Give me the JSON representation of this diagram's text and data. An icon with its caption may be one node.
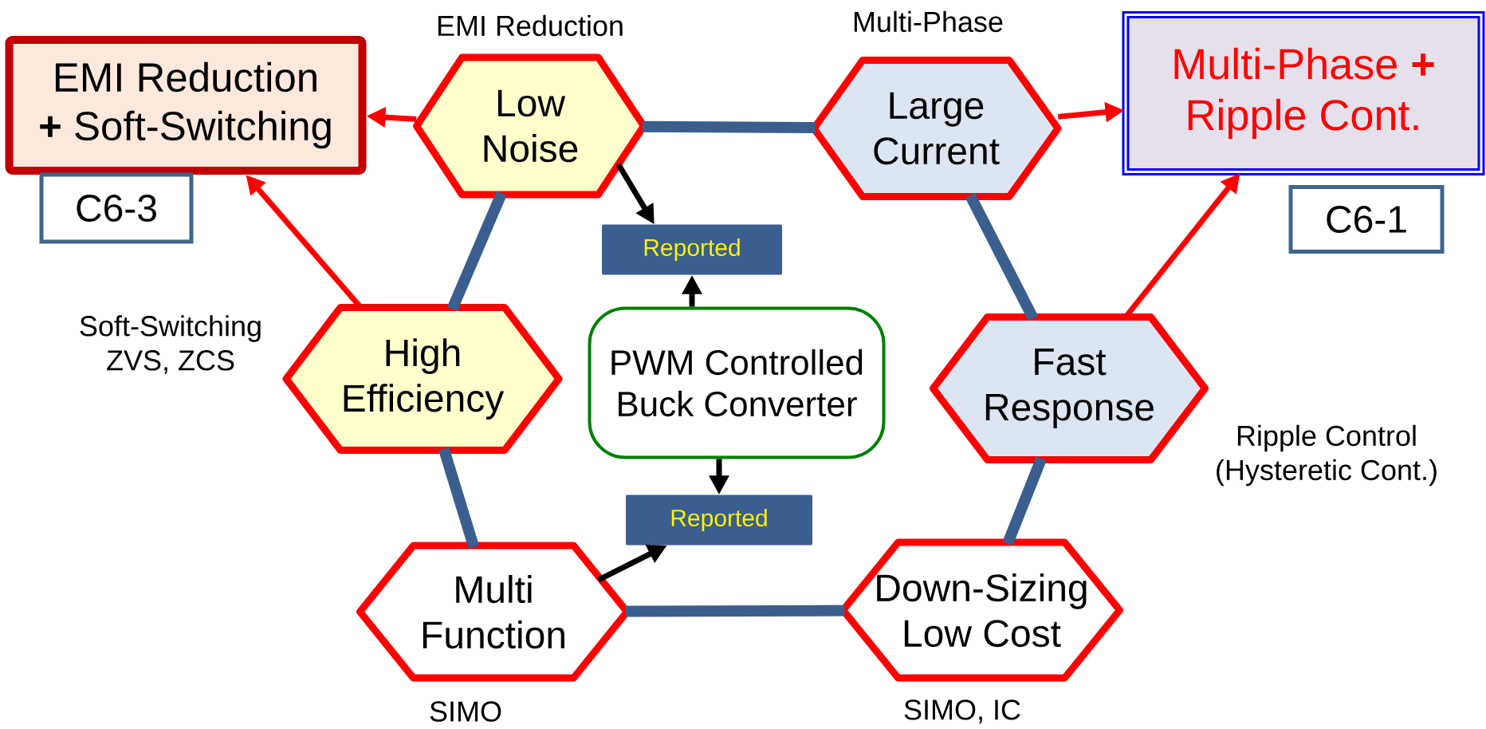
{
  "diagram": {
    "nodes": [
      {
        "text": [
          "EMI Reduction **+** Soft-Switching"
        ]
      },
      {
        "text": [
          "Low Noise"
        ],
        "beside": [
          "EMI Reduction"
        ]
      },
      {
        "text": [
          "Large Current"
        ],
        "beside": [
          "Multi-Phase"
        ]
      },
      {
        "text": [
          "Multi-Phase **+** Ripple Cont."
        ]
      },
      {
        "text": [
          "C6-3"
        ]
      },
      {
        "text": [
          "C6-1"
        ]
      },
      {
        "text": [
          "Reported"
        ]
      },
      {
        "text": [
          "High Efficiency"
        ],
        "beside": [
          "Soft-Switching ZVS, ZCS"
        ]
      },
      {
        "text": [
          "PWM Controlled Buck Converter"
        ]
      },
      {
        "text": [
          "Fast Response"
        ],
        "beside": [
          "Ripple Control (Hysteretic Cont.)"
        ]
      },
      {
        "text": [
          "Reported"
        ]
      },
      {
        "text": [
          "Multi Function"
        ],
        "beside": [
          "SIMO"
        ]
      },
      {
        "text": [
          "Down-Sizing Low Cost"
        ],
        "beside": [
          "SIMO, IC"
        ]
      }
    ],
    "edges": [
      {
        "from": 1,
        "to": 0,
        "arrow": "to",
        "color": "#ff0000"
      },
      {
        "from": 7,
        "to": 0,
        "arrow": "to",
        "color": "#ff0000"
      },
      {
        "from": 2,
        "to": 3,
        "arrow": "to",
        "color": "#ff0000"
      },
      {
        "from": 9,
        "to": 3,
        "arrow": "to",
        "color": "#ff0000"
      },
      {
        "from": 1,
        "to": 6,
        "arrow": "to",
        "color": "#000000"
      },
      {
        "from": 8,
        "to": 6,
        "arrow": "to",
        "color": "#000000"
      },
      {
        "from": 8,
        "to": 10,
        "arrow": "to",
        "color": "#000000"
      },
      {
        "from": 11,
        "to": 10,
        "arrow": "to",
        "color": "#000000"
      },
      {
        "from": 1,
        "to": 2,
        "arrow": "none",
        "style": "thick"
      },
      {
        "from": 2,
        "to": 9,
        "arrow": "none",
        "style": "thick"
      },
      {
        "from": 9,
        "to": 12,
        "arrow": "none",
        "style": "thick"
      },
      {
        "from": 12,
        "to": 11,
        "arrow": "none",
        "style": "thick"
      },
      {
        "from": 11,
        "to": 7,
        "arrow": "none",
        "style": "thick"
      },
      {
        "from": 7,
        "to": 1,
        "arrow": "none",
        "style": "thick"
      }
    ]
  }
}
